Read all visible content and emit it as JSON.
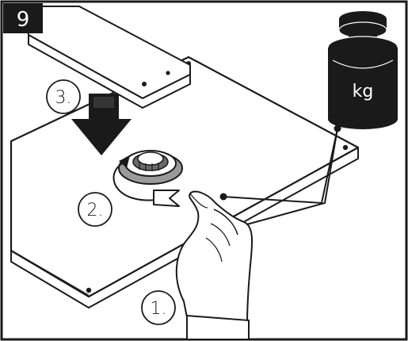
{
  "step_number": "9",
  "callouts": {
    "step1": "1.",
    "step2": "2.",
    "step3": "3."
  },
  "weight": {
    "unit_label": "kg"
  },
  "icons": [
    "step-badge",
    "calibration-weight-icon",
    "press-down-arrow-icon",
    "rotate-arrow-icon",
    "hand-icon",
    "scale-platform",
    "support-bar"
  ],
  "colors": {
    "ink": "#1a1a1a",
    "badge": "#1a1a1a",
    "paper": "#ffffff",
    "shade": "#6a6a6a"
  }
}
